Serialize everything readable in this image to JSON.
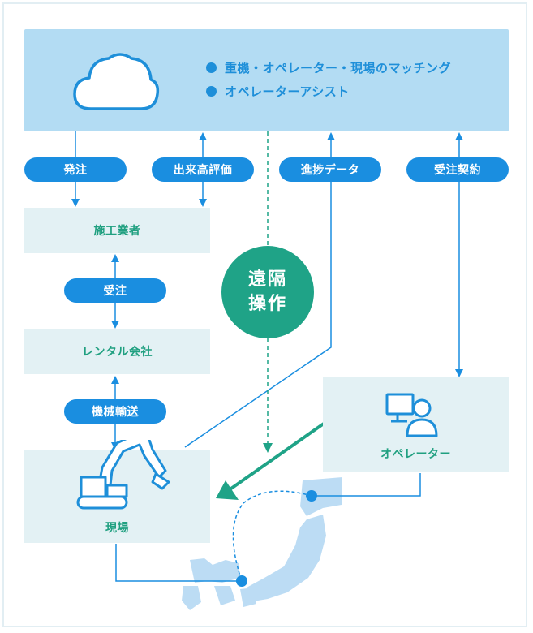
{
  "platform": {
    "icon": "cloud-icon",
    "features": [
      "重機・オペレーター・現場のマッチング",
      "オペレーターアシスト"
    ]
  },
  "flows": {
    "order": "発注",
    "evaluation": "出来高評価",
    "progress_data": "進捗データ",
    "accept_contract": "受注契約",
    "accept": "受注",
    "transport": "機械輸送"
  },
  "nodes": {
    "contractor": "施工業者",
    "rental": "レンタル会社",
    "site": "現場",
    "operator": "オペレーター",
    "remote_line1": "遠隔",
    "remote_line2": "操作"
  },
  "icons": {
    "site": "excavator-icon",
    "operator": "operator-computer-icon",
    "map": "japan-map-icon"
  },
  "colors": {
    "accent_blue": "#1a8ee0",
    "panel_blue": "#b3dcf3",
    "box_bg": "#e3f1f4",
    "green": "#1fa387",
    "map_blue": "#bcdcf4"
  }
}
